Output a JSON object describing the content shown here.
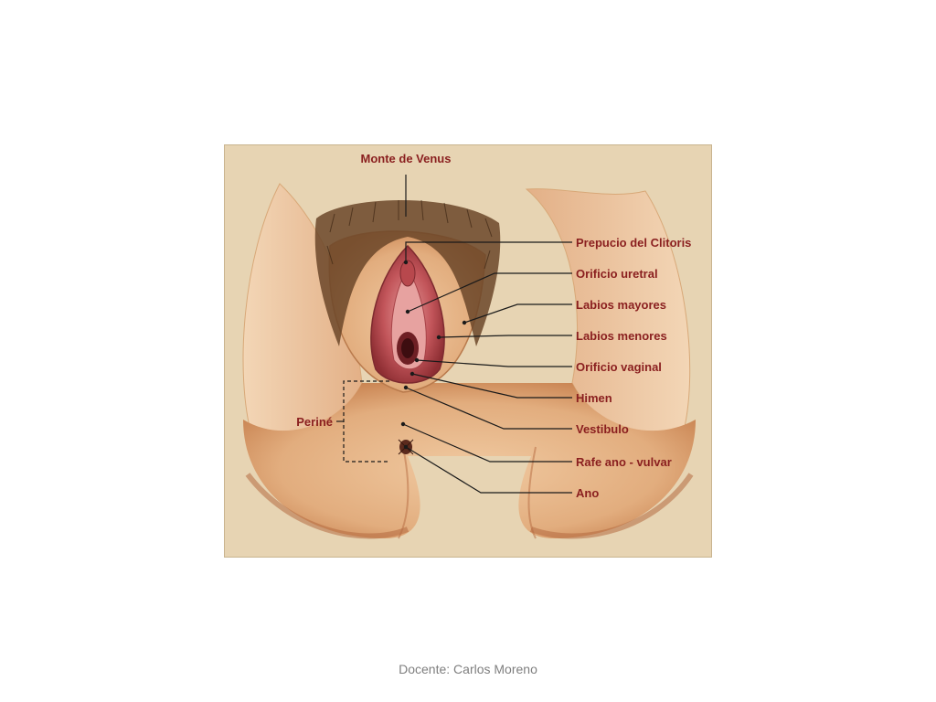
{
  "diagram": {
    "labels": {
      "monte_venus": "Monte de Venus",
      "prepucio": "Prepucio del Clitoris",
      "orificio_uretral": "Orificio uretral",
      "labios_mayores": "Labios mayores",
      "labios_menores": "Labios menores",
      "orificio_vaginal": "Orificio vaginal",
      "himen": "Himen",
      "vestibulo": "Vestibulo",
      "rafe": "Rafe ano - vulvar",
      "ano": "Ano",
      "perine": "Periné"
    },
    "colors": {
      "label_text": "#8a1f1f",
      "background": "#e7d4b3",
      "skin": "#e8b98c",
      "skin_shadow": "#b5693f",
      "mucosa": "#c2555a",
      "hair": "#5a3b23"
    }
  },
  "footer": {
    "text": "Docente: Carlos Moreno"
  }
}
